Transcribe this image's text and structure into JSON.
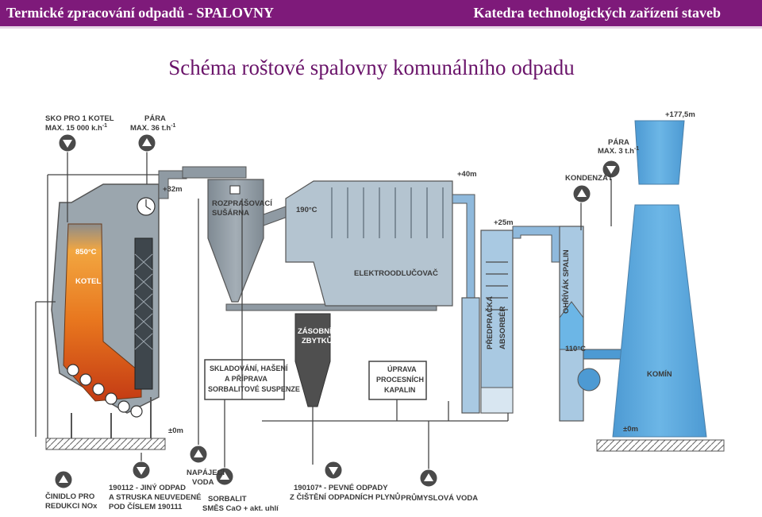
{
  "header": {
    "left": "Termické zpracování odpadů - SPALOVNY",
    "right": "Katedra technologických zařízení staveb"
  },
  "title": "Schéma roštové spalovny komunálního odpadu",
  "colors": {
    "header_bg": "#7e1a7a",
    "title": "#6a146a",
    "steel": "#8f9aa3",
    "blue": "#5ea8db",
    "light_blue": "#a9c9e2",
    "dark": "#4a4a4a",
    "fire": "#e36b1f"
  },
  "labels": {
    "sko_1": "SKO PRO 1 KOTEL",
    "sko_2": "MAX. 15 000 k.h",
    "sko_sup": "-1",
    "para1_1": "PÁRA",
    "para1_2": "MAX. 36 t.h",
    "para1_sup": "-1",
    "para2_1": "PÁRA",
    "para2_2": "MAX. 3 t.h",
    "para2_sup": "-1",
    "elev_chimney": "+177,5m",
    "elev_32": "+32m",
    "elev_40": "+40m",
    "elev_25": "+25m",
    "elev_0_boiler": "±0m",
    "elev_0_chimney": "±0m",
    "temp_850": "850°C",
    "kotel": "KOTEL",
    "rozpr_1": "ROZPRAŠOVACÍ",
    "rozpr_2": "SUŠÁRNA",
    "temp_190": "190°C",
    "elektro": "ELEKTROODLUČOVAČ",
    "kondenzat": "KONDENZÁT",
    "predpracka_1": "PŘEDPRAČKA",
    "predpracka_2": "ABSORBÉR",
    "ohrivak": "OHŘÍVÁK SPALIN",
    "temp_110": "110°C",
    "komin": "KOMÍN",
    "zasobnik_1": "ZÁSOBNÍK",
    "zasobnik_2": "ZBYTKŮ",
    "sklad_1": "SKLADOVÁNÍ, HAŠENÍ",
    "sklad_2": "A PŘÍPRAVA",
    "sklad_3": "SORBALITOVÉ SUSPENZE",
    "uprava_1": "ÚPRAVA",
    "uprava_2": "PROCESNÍCH",
    "uprava_3": "KAPALIN",
    "cinidlo_1": "ČINIDLO PRO",
    "cinidlo_2": "REDUKCI NOx",
    "odpad1_1": "190112 - JINÝ ODPAD",
    "odpad1_2": "A STRUSKA NEUVEDENÉ",
    "odpad1_3": "POD ČÍSLEM 190111",
    "napajeci_1": "NAPÁJECÍ",
    "napajeci_2": "VODA",
    "sorbalit_1": "SORBALIT",
    "sorbalit_2": "SMĚS CaO + akt. uhlí",
    "odpad2_1": "190107* - PEVNÉ ODPADY",
    "odpad2_2": "Z ČIŠTĚNÍ ODPADNÍCH PLYNŮ",
    "prumyslova": "PRŮMYSLOVÁ VODA"
  }
}
